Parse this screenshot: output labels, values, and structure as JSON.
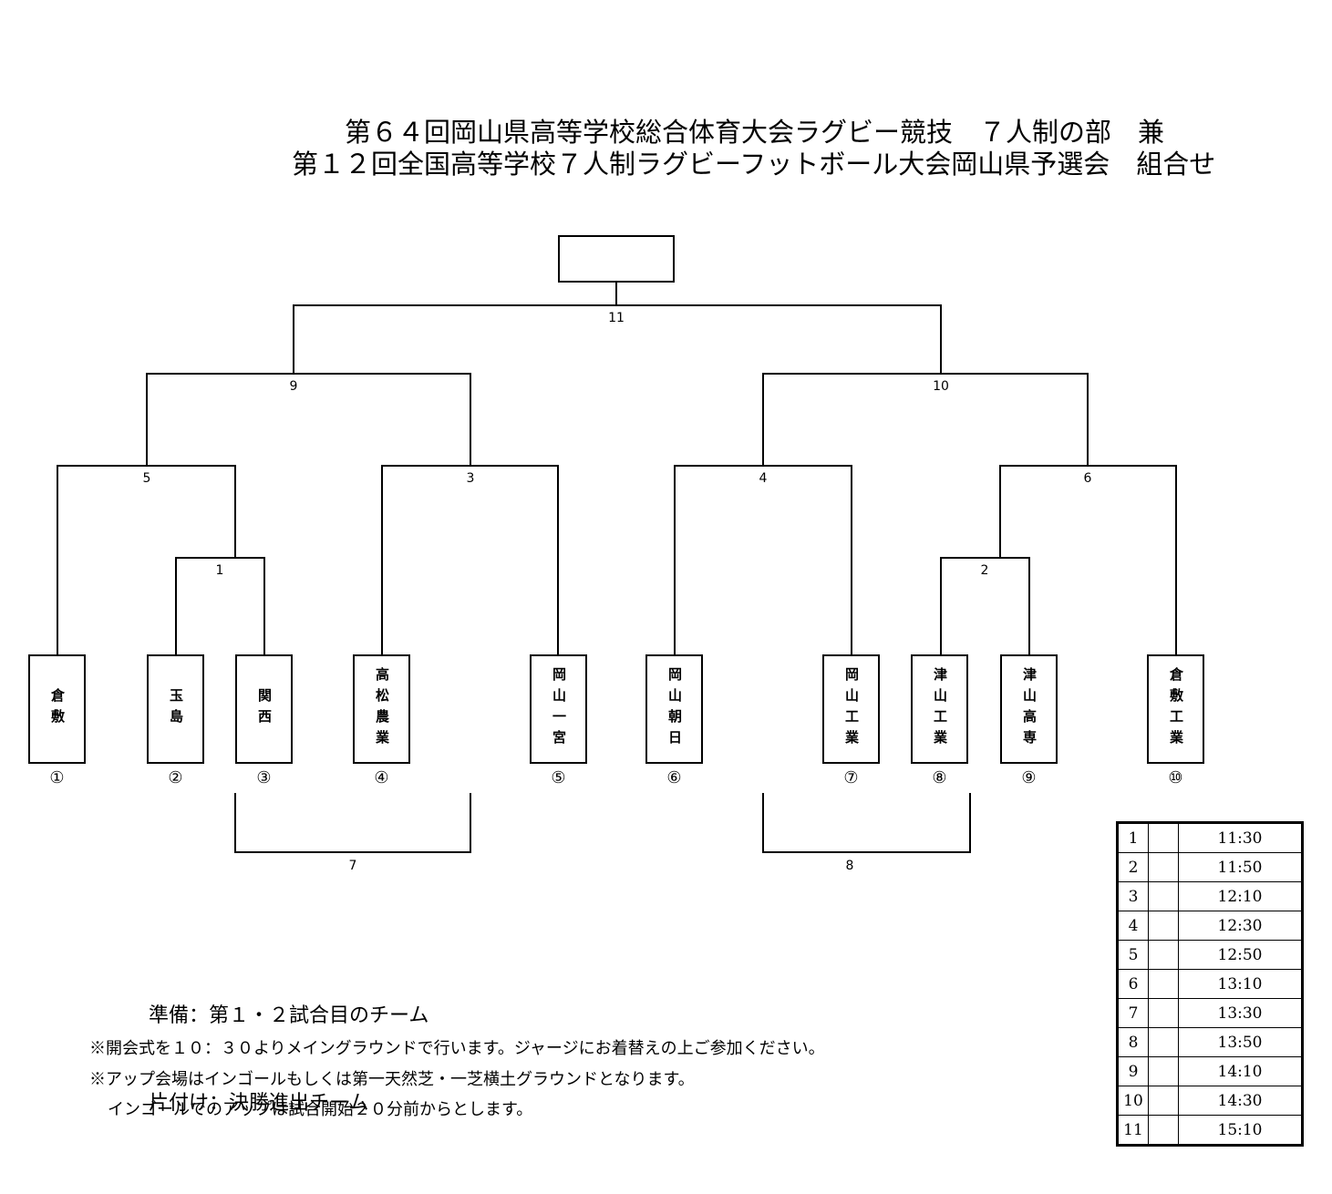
{
  "title": {
    "line1": "第６４回岡山県高等学校総合体育大会ラグビー競技　７人制の部　兼",
    "line2": "第１２回全国高等学校７人制ラグビーフットボール大会岡山県予選会　組合せ"
  },
  "teams": [
    {
      "name": "倉敷",
      "seed": "①"
    },
    {
      "name": "玉島",
      "seed": "②"
    },
    {
      "name": "関西",
      "seed": "③"
    },
    {
      "name": "高松農業",
      "seed": "④"
    },
    {
      "name": "岡山一宮",
      "seed": "⑤"
    },
    {
      "name": "岡山朝日",
      "seed": "⑥"
    },
    {
      "name": "岡山工業",
      "seed": "⑦"
    },
    {
      "name": "津山工業",
      "seed": "⑧"
    },
    {
      "name": "津山高専",
      "seed": "⑨"
    },
    {
      "name": "倉敷工業",
      "seed": "⑩"
    }
  ],
  "matches": {
    "m1": "1",
    "m2": "2",
    "m3": "3",
    "m4": "4",
    "m5": "5",
    "m6": "6",
    "m7": "7",
    "m8": "8",
    "m9": "9",
    "m10": "10",
    "m11": "11"
  },
  "notes": {
    "prep": "準備：第１・２試合目のチーム",
    "cleanup": "片付け：決勝進出チーム",
    "remark1": "※開会式を１０：３０よりメイングラウンドで行います。ジャージにお着替えの上ご参加ください。",
    "remark2": "※アップ会場はインゴールもしくは第一天然芝・一芝横土グラウンドとなります。",
    "remark3": "インゴールでのアップは試合開始２０分前からとします。"
  },
  "schedule": [
    {
      "no": "1",
      "time": "11:30"
    },
    {
      "no": "2",
      "time": "11:50"
    },
    {
      "no": "3",
      "time": "12:10"
    },
    {
      "no": "4",
      "time": "12:30"
    },
    {
      "no": "5",
      "time": "12:50"
    },
    {
      "no": "6",
      "time": "13:10"
    },
    {
      "no": "7",
      "time": "13:30"
    },
    {
      "no": "8",
      "time": "13:50"
    },
    {
      "no": "9",
      "time": "14:10"
    },
    {
      "no": "10",
      "time": "14:30"
    },
    {
      "no": "11",
      "time": "15:10"
    }
  ]
}
